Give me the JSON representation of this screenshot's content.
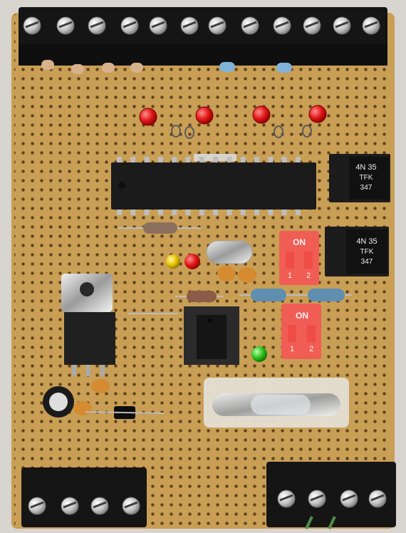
{
  "scene": {
    "subject": "perfboard circuit"
  },
  "labels": {
    "dip_switch_on": "ON",
    "dip_switch_1": "1",
    "dip_switch_2": "2",
    "opto_line1": "4N 35",
    "opto_line2": "TFK",
    "opto_line3": "347"
  },
  "colors": {
    "board": "#c99f56",
    "terminal": "#151515",
    "ic": "#1b1b1b",
    "dip_switch": "#f05d55",
    "led_red": "#e01818",
    "led_yellow": "#e7c400",
    "led_green": "#2fc21d",
    "capacitor_orange": "#d58b31"
  }
}
